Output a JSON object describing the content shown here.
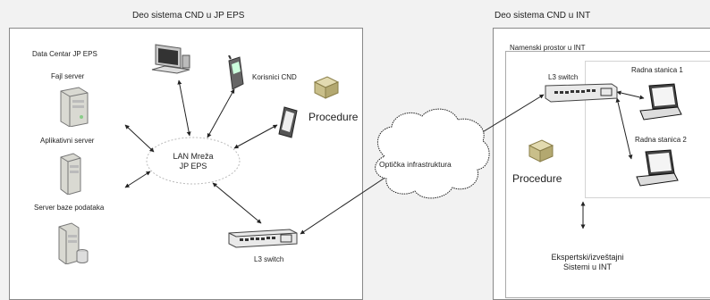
{
  "left_heading": "Deo sistema CND u JP EPS",
  "right_heading": "Deo sistema CND u INT",
  "left_panel": {
    "title": "Data Centar JP EPS",
    "servers": [
      {
        "label": "Fajl server",
        "icon": "server-icon"
      },
      {
        "label": "Aplikativni server",
        "icon": "server-icon"
      },
      {
        "label": "Server baze podataka",
        "icon": "database-server-icon"
      }
    ],
    "lan_label_line1": "LAN Mreža",
    "lan_label_line2": "JP EPS",
    "users_label": "Korisnici CND",
    "procedures_label": "Procedure",
    "switch_label": "L3 switch",
    "device_icons": [
      "desktop-computer-icon",
      "mobile-phone-icon",
      "tablet-icon"
    ]
  },
  "cloud_label": "Optička infrastruktura",
  "right_panel": {
    "title": "Namenski prostor u INT",
    "switch_label": "L3 switch",
    "workstations": [
      "Radna stanica 1",
      "Radna stanica 2"
    ],
    "procedures_label": "Procedure",
    "expert_label_line1": "Ekspertski/izveštajni",
    "expert_label_line2": "Sistemi u INT"
  },
  "colors": {
    "background": "#f2f2f2",
    "panel": "#ffffff",
    "border": "#888888",
    "procedure_box": "#c9bf8a"
  }
}
